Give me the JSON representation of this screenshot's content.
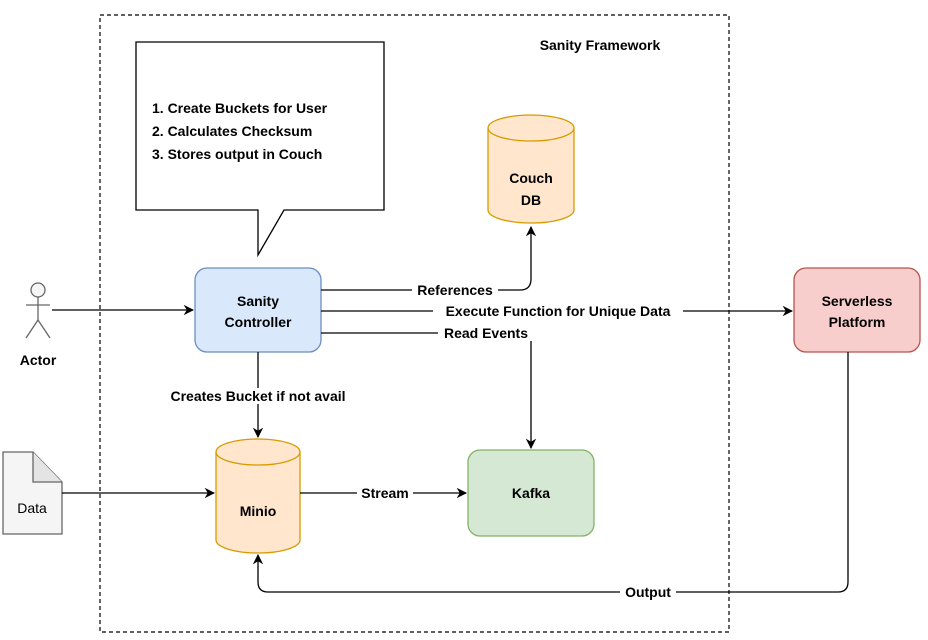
{
  "frame": {
    "title": "Sanity Framework"
  },
  "callout": {
    "lines": [
      "1. Create Buckets for User",
      "2. Calculates Checksum",
      "3. Stores output in Couch"
    ]
  },
  "nodes": {
    "actor": {
      "label": "Actor"
    },
    "data": {
      "label": "Data"
    },
    "controller": {
      "line1": "Sanity",
      "line2": "Controller"
    },
    "couchdb": {
      "line1": "Couch",
      "line2": "DB"
    },
    "minio": {
      "label": "Minio"
    },
    "kafka": {
      "label": "Kafka"
    },
    "serverless": {
      "line1": "Serverless",
      "line2": "Platform"
    }
  },
  "edges": {
    "references": "References",
    "execute": "Execute Function for Unique Data",
    "read_events": "Read Events",
    "creates_bucket": "Creates Bucket if not avail",
    "stream": "Stream",
    "output": "Output"
  },
  "colors": {
    "controller_fill": "#dae8fc",
    "controller_stroke": "#6c8ebf",
    "cylinder_fill": "#ffe6cc",
    "cylinder_stroke": "#d79b00",
    "kafka_fill": "#d5e8d4",
    "kafka_stroke": "#82b366",
    "serverless_fill": "#f8cecc",
    "serverless_stroke": "#b85450",
    "doc_fill": "#f5f5f5",
    "doc_stroke": "#666666"
  }
}
